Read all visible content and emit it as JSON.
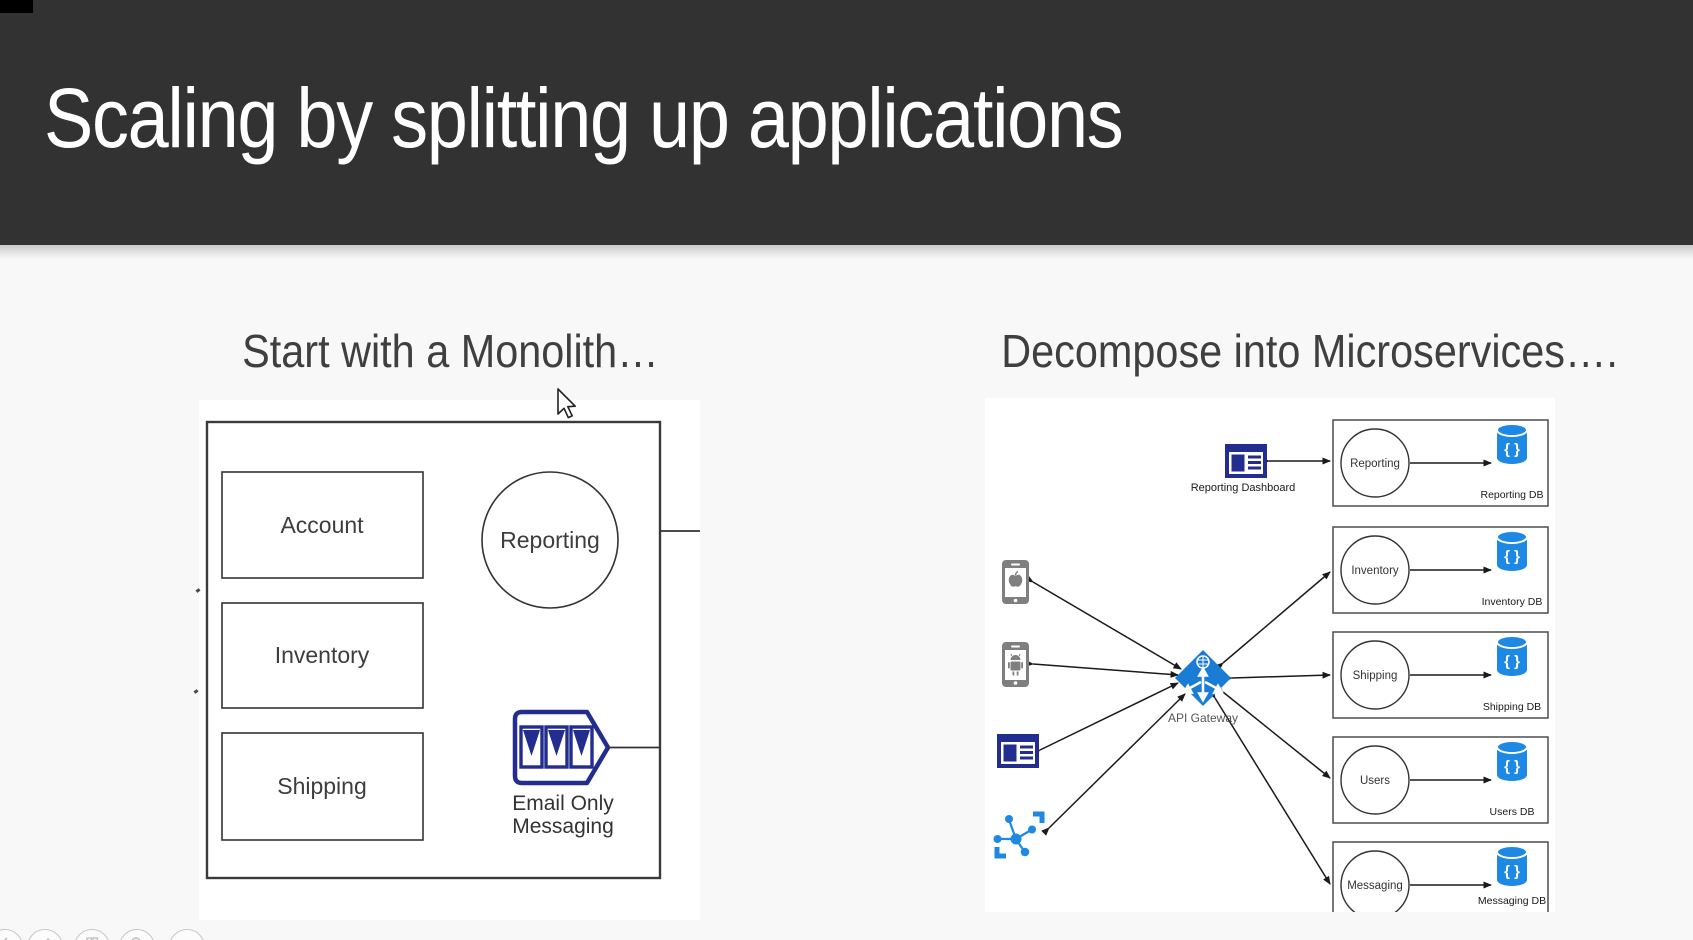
{
  "header": {
    "title": "Scaling by splitting up applications",
    "bg_color": "#323232",
    "text_color": "#ffffff"
  },
  "monolith": {
    "heading": "Start with a Monolith…",
    "modules": [
      "Account",
      "Inventory",
      "Shipping"
    ],
    "reporting_label": "Reporting",
    "email_messaging": {
      "line1": "Email Only",
      "line2": "Messaging"
    }
  },
  "microservices": {
    "heading": "Decompose into Microservices….",
    "dashboard_label": "Reporting Dashboard",
    "gateway_label": "API Gateway",
    "services": [
      {
        "name": "Reporting",
        "db": "Reporting DB"
      },
      {
        "name": "Inventory",
        "db": "Inventory DB"
      },
      {
        "name": "Shipping",
        "db": "Shipping DB"
      },
      {
        "name": "Users",
        "db": "Users DB"
      },
      {
        "name": "Messaging",
        "db": "Messaging DB"
      }
    ],
    "clients": [
      "iphone-client-icon",
      "android-client-icon",
      "browser-client-icon",
      "api-client-icon"
    ]
  },
  "presenter_controls": [
    "prev-slide-icon",
    "pen-icon",
    "grid-icon",
    "zoom-icon",
    "more-icon"
  ],
  "colors": {
    "navy": "#232C8F",
    "azure_blue": "#1E88E5",
    "gateway_blue": "#1B7CD6",
    "phone_gray": "#7F7F7F",
    "heading_text": "#3F3F3F",
    "arrow": "#1A1A1A"
  }
}
